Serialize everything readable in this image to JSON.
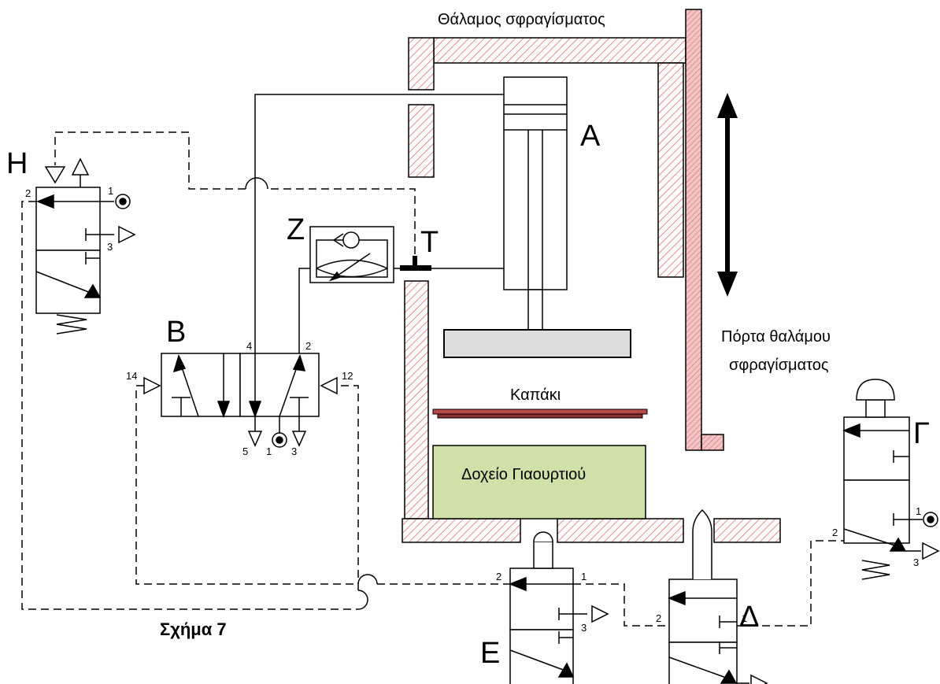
{
  "chamber_label": "Θάλαμος σφραγίσματος",
  "door_label_line1": "Πόρτα θαλάμου",
  "door_label_line2": "σφραγίσματος",
  "lid_label": "Καπάκι",
  "container_label": "Δοχείο Γιαουρτιού",
  "figure_caption": "Σχήμα 7",
  "components": {
    "cylinder": "A",
    "valve_b": "B",
    "valve_g": "Γ",
    "valve_d": "Δ",
    "valve_e": "E",
    "flow_control": "Z",
    "valve_h": "H",
    "tee": "T"
  },
  "ports": {
    "one": "1",
    "two": "2",
    "three": "3",
    "four": "4",
    "five": "5",
    "twelve": "12",
    "fourteen": "14"
  },
  "colors": {
    "wall_hatch": "#e07070",
    "door_fill": "#e8a0a0",
    "lid_fill": "#a04040",
    "container_fill": "#cfe0a8",
    "platen_fill": "#dddddd"
  }
}
